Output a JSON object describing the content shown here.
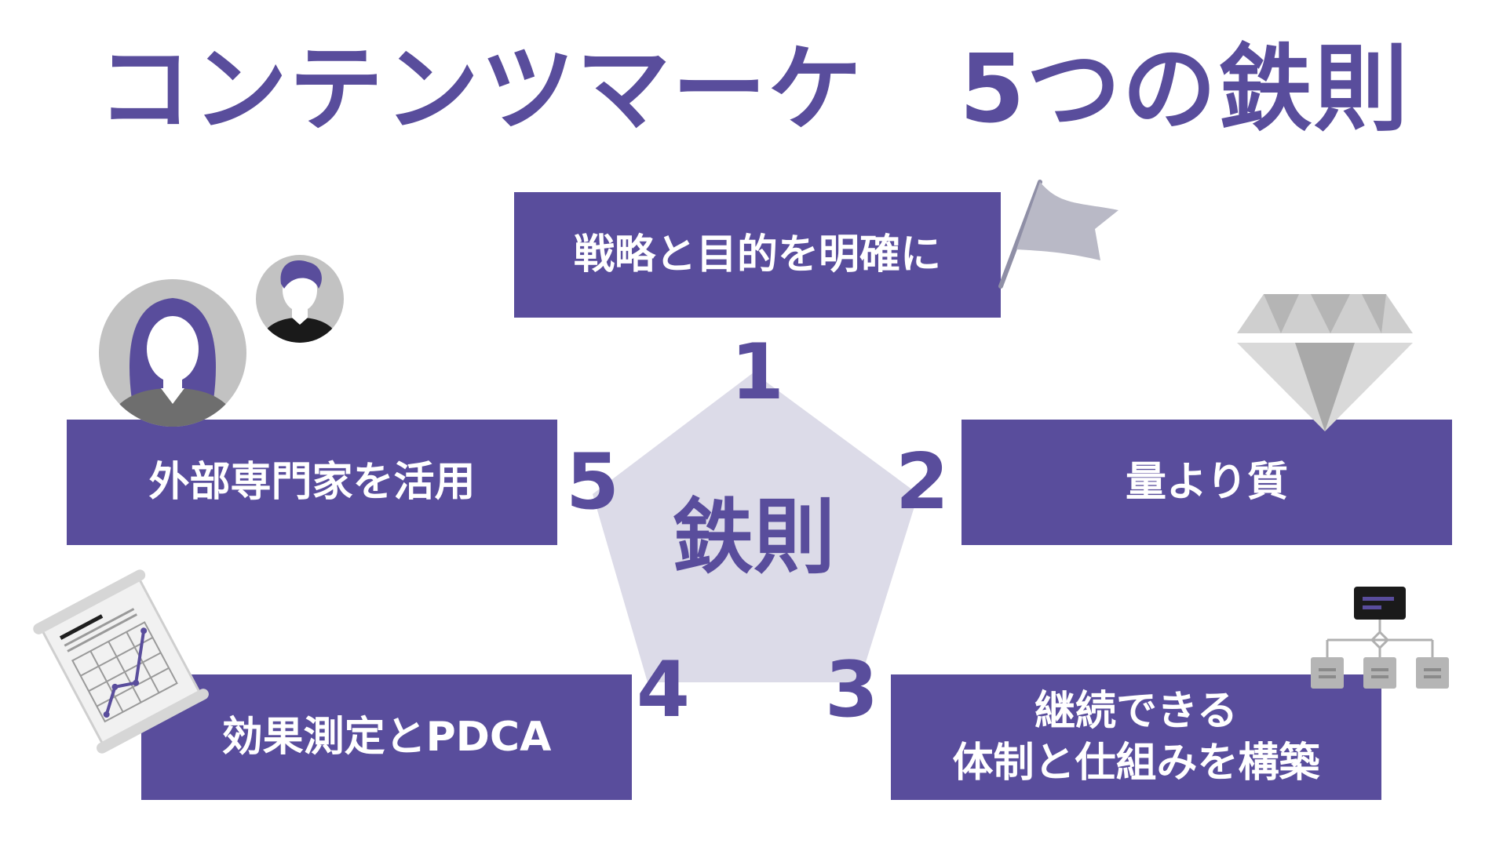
{
  "title": "コンテンツマーケ　5つの鉄則",
  "center_label": "鉄則",
  "items": [
    {
      "number": "1",
      "label_lines": [
        "戦略と目的を明確に"
      ]
    },
    {
      "number": "2",
      "label_lines": [
        "量より質"
      ]
    },
    {
      "number": "3",
      "label_lines": [
        "継続できる",
        "体制と仕組みを構築"
      ]
    },
    {
      "number": "4",
      "label_lines": [
        "効果測定とPDCA"
      ]
    },
    {
      "number": "5",
      "label_lines": [
        "外部専門家を活用"
      ]
    }
  ],
  "icons": [
    "flag-icon",
    "diamond-icon",
    "flowchart-icon",
    "chart-document-icon",
    "people-avatars-icon"
  ],
  "colors": {
    "accent": "#594d9c",
    "pentagon": "#dcdbe8",
    "icon_gray": "#b9b9c6"
  }
}
